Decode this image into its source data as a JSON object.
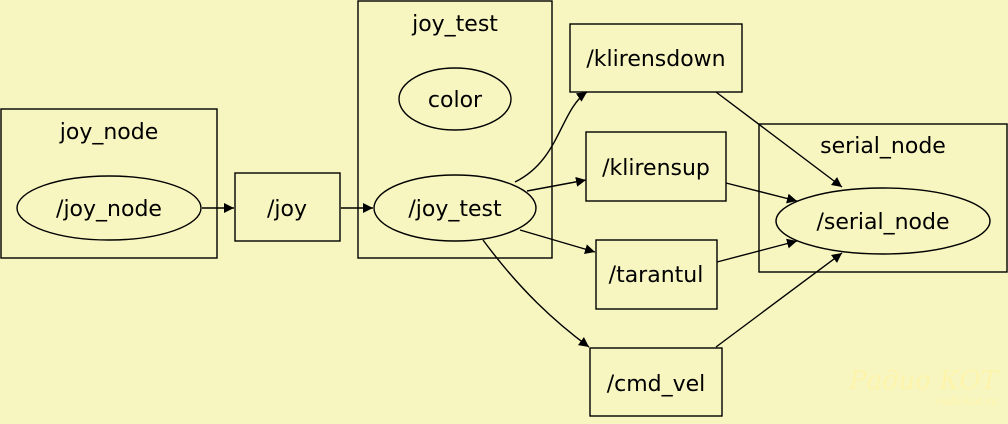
{
  "graph": {
    "background": "#f8f6c0",
    "line_color": "#000000",
    "clusters": {
      "joy_node": "joy_node",
      "joy_test": "joy_test",
      "serial_node": "serial_node"
    },
    "nodes": {
      "joy_node": "/joy_node",
      "joy": "/joy",
      "color": "color",
      "joy_test": "/joy_test",
      "klirensdown": "/klirensdown",
      "klirensup": "/klirensup",
      "tarantul": "/tarantul",
      "cmd_vel": "/cmd_vel",
      "serial_node": "/serial_node"
    },
    "edges": [
      {
        "from": "/joy_node",
        "to": "/joy"
      },
      {
        "from": "/joy",
        "to": "/joy_test"
      },
      {
        "from": "/joy_test",
        "to": "/klirensdown"
      },
      {
        "from": "/joy_test",
        "to": "/klirensup"
      },
      {
        "from": "/joy_test",
        "to": "/tarantul"
      },
      {
        "from": "/joy_test",
        "to": "/cmd_vel"
      },
      {
        "from": "/klirensdown",
        "to": "/serial_node"
      },
      {
        "from": "/klirensup",
        "to": "/serial_node"
      },
      {
        "from": "/tarantul",
        "to": "/serial_node"
      },
      {
        "from": "/cmd_vel",
        "to": "/serial_node"
      }
    ]
  },
  "watermark": {
    "logo_text": "Радио КОТ",
    "site": "radiokot.ru"
  }
}
